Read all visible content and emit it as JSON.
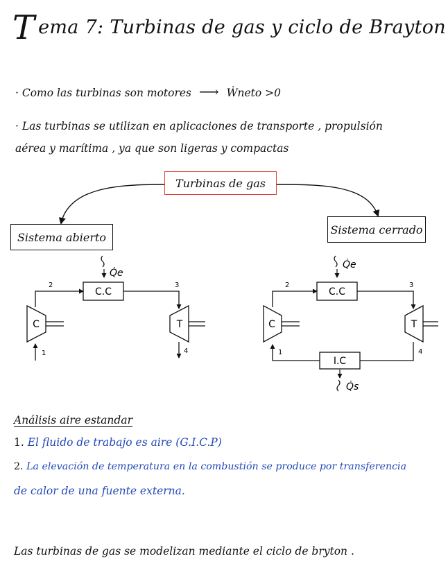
{
  "title": {
    "cap": "T",
    "rest": "ema 7: Turbinas de gas y ciclo de Brayton"
  },
  "bullets": [
    {
      "text": "· Como las turbinas son motores",
      "arrow": "⟶",
      "math": "Ẇneto >0"
    },
    {
      "text": "· Las turbinas se utilizan en aplicaciones de transporte , propulsión"
    },
    {
      "text": "aérea y marítima , ya que son ligeras y compactas"
    }
  ],
  "tree": {
    "root": "Turbinas de gas",
    "left": "Sistema abierto",
    "right": "Sistema cerrado",
    "root_color": "#e0443a"
  },
  "open_system": {
    "heat_in": "Q̇e",
    "combustor": "C.C",
    "compressor": "C",
    "turbine": "T",
    "states": [
      "1",
      "2",
      "3",
      "4"
    ]
  },
  "closed_system": {
    "heat_in": "Q̇e",
    "heat_out": "Q̇s",
    "combustor": "C.C",
    "exchanger": "I.C",
    "compressor": "C",
    "turbine": "T",
    "states": [
      "1",
      "2",
      "3",
      "4"
    ]
  },
  "analysis": {
    "heading": "Análisis aire estandar",
    "items": [
      {
        "num": "1.",
        "text": "El fluido de trabajo es aire (G.I.C.P)"
      },
      {
        "num": "2.",
        "text": "La elevación de temperatura en la combustión se produce por transferencia"
      },
      {
        "num": "",
        "text": "de calor de una fuente externa."
      }
    ],
    "blue": "#2449b8"
  },
  "footer": "Las turbinas de gas se modelizan mediante el ciclo de bryton ."
}
